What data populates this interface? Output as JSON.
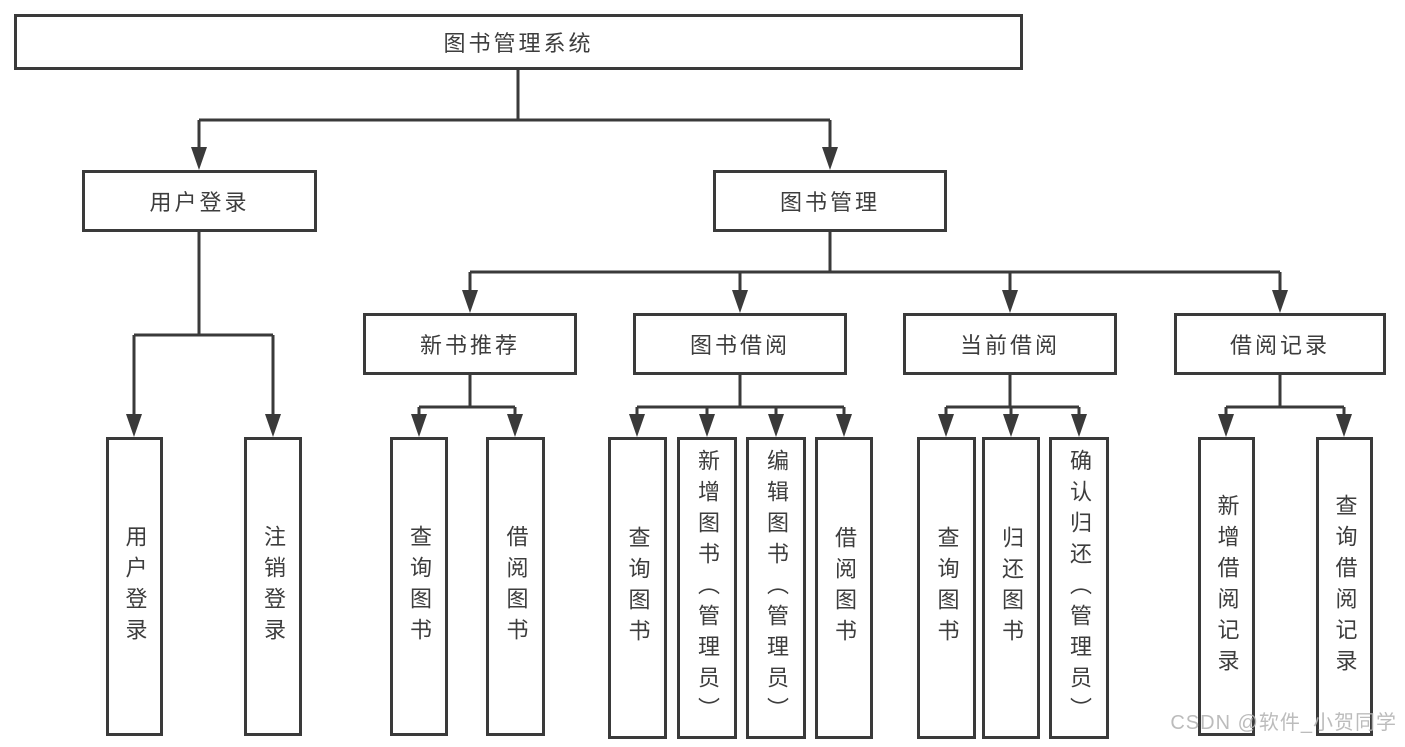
{
  "tree": {
    "root": "图书管理系统",
    "user_login": {
      "label": "用户登录",
      "children": [
        "用户登录",
        "注销登录"
      ]
    },
    "book_management": {
      "label": "图书管理",
      "sections": [
        {
          "label": "新书推荐",
          "children": [
            "查询图书",
            "借阅图书"
          ]
        },
        {
          "label": "图书借阅",
          "children": [
            "查询图书",
            "新增图书（管理员）",
            "编辑图书（管理员）",
            "借阅图书"
          ]
        },
        {
          "label": "当前借阅",
          "children": [
            "查询图书",
            "归还图书",
            "确认归还（管理员）"
          ]
        },
        {
          "label": "借阅记录",
          "children": [
            "新增借阅记录",
            "查询借阅记录"
          ]
        }
      ]
    }
  },
  "watermark": "CSDN @软件_小贺同学",
  "colors": {
    "line": "#3a3a3a",
    "text": "#3d3d3d",
    "watermark": "#b5b5b5",
    "background": "#ffffff"
  }
}
